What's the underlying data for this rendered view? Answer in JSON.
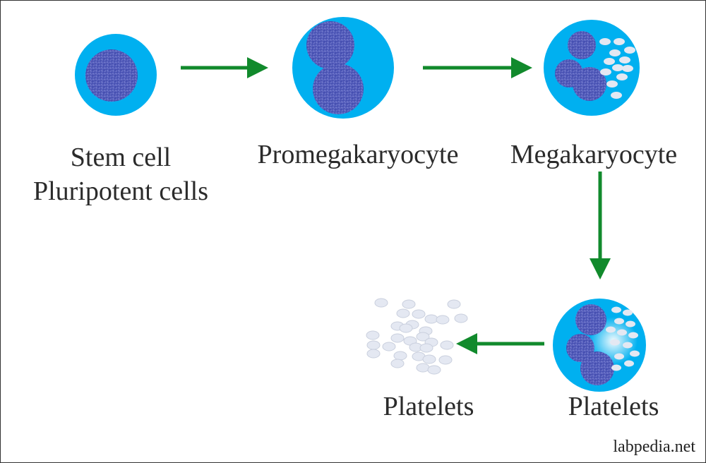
{
  "colors": {
    "cytoplasm": "#00b0f0",
    "nucleus": "#6a72c8",
    "nucleus_texture": "#3f49ad",
    "granule": "#e4e8f2",
    "arrow": "#118a2c"
  },
  "stages": {
    "stem": {
      "line1": "Stem cell",
      "line2": "Pluripotent cells"
    },
    "promegakaryocyte": {
      "label": "Promegakaryocyte"
    },
    "megakaryocyte": {
      "label": "Megakaryocyte"
    },
    "budding": {
      "label": "Platelets"
    },
    "free_platelets": {
      "label": "Platelets"
    }
  },
  "watermark": "labpedia.net"
}
